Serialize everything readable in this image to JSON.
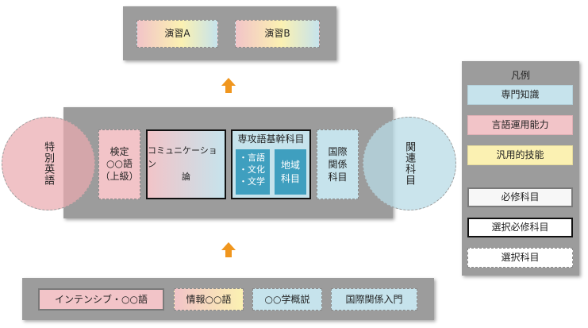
{
  "top": {
    "items": [
      "演習A",
      "演習B"
    ]
  },
  "center": {
    "exam": [
      "検定",
      "○○語",
      "（上級）"
    ],
    "communication": [
      "コミュニケーション",
      "論"
    ],
    "specialized": {
      "title": "専攻語基幹科目",
      "list": [
        "・言語",
        "・文化",
        "・文学"
      ],
      "region": [
        "地域",
        "科目"
      ]
    },
    "international": [
      "国際",
      "関係",
      "科目"
    ]
  },
  "left_circle": "特別英語",
  "right_circle": "関連科目",
  "bottom": {
    "items": [
      "インテンシブ・○○語",
      "情報○○語",
      "○○学概説",
      "国際関係入門"
    ]
  },
  "legend": {
    "title": "凡例",
    "items": [
      "専門知識",
      "言語運用能力",
      "汎用的技能",
      "必修科目",
      "選択必修科目",
      "選択科目"
    ]
  },
  "colors": {
    "panel": "#9c9c9c",
    "blue": "#c6e3ec",
    "pink": "#f2c4c8",
    "yellow": "#fbf1b2",
    "teal": "#3f9fbf",
    "arrow": "#f0961e"
  }
}
